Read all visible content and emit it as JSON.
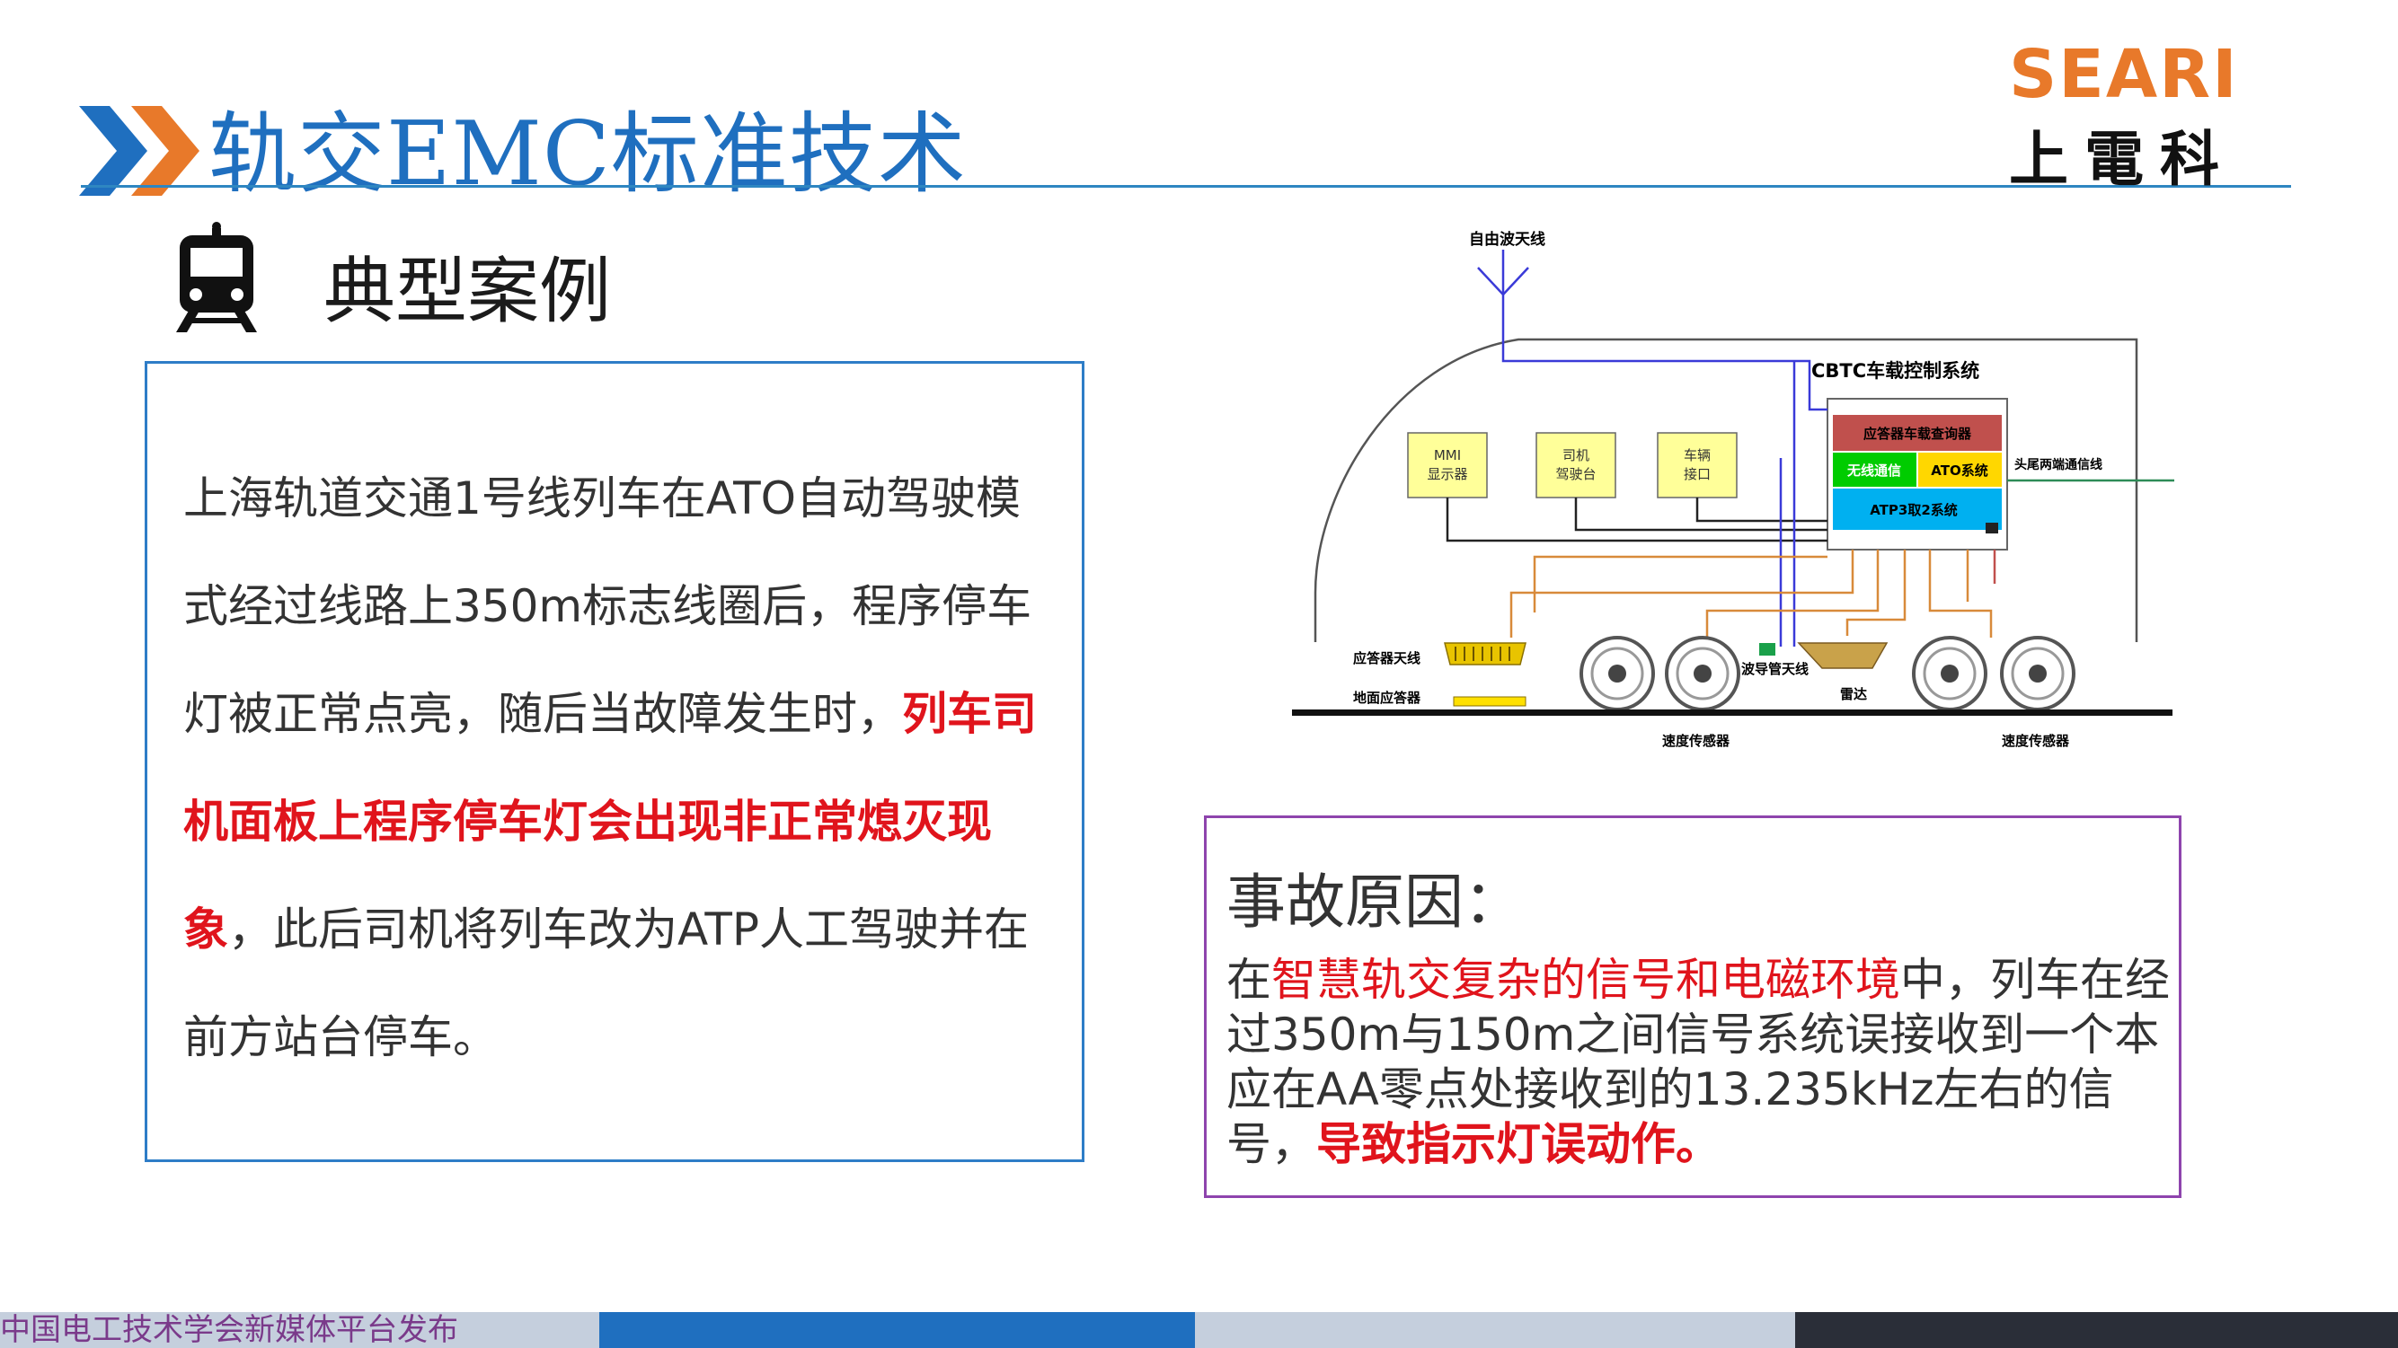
{
  "header": {
    "title": "轨交EMC标准技术",
    "logo_en": "SEARI",
    "logo_cn": "上電科",
    "subtitle": "典型案例"
  },
  "case": {
    "parts": [
      {
        "text": "上海轨道交通1号线列车在ATO自动驾驶模式经过线路上350m标志线圈后，程序停车灯被正常点亮，随后当故障发生时，",
        "highlight": false
      },
      {
        "text": "列车司机面板上程序停车灯会出现非正常熄灭现象",
        "highlight": true
      },
      {
        "text": "，此后司机将列车改为ATP人工驾驶并在前方站台停车。",
        "highlight": false
      }
    ]
  },
  "cause": {
    "heading": "事故原因：",
    "p1": "在",
    "p2": "智慧轨交复杂的信号和电磁环境",
    "p3": "中，列车在经过350m与150m之间信号系统误接收到一个本应在AA零点处接收到的13.235kHz左右的信号，",
    "p4": "导致指示灯误动作。"
  },
  "diagram": {
    "antenna": "自由波天线",
    "cbtc": "CBTC车载控制系统",
    "mmi_1": "MMI",
    "mmi_2": "显示器",
    "driver_1": "司机",
    "driver_2": "驾驶台",
    "vehicle_1": "车辆",
    "vehicle_2": "接口",
    "query": "应答器车载查询器",
    "wireless": "无线通信",
    "ato": "ATO系统",
    "atp": "ATP3取2系统",
    "endcomm": "头尾两端通信线",
    "balise_ant": "应答器天线",
    "ground_balise": "地面应答器",
    "waveguide": "波导管天线",
    "radar": "雷达",
    "speed1": "速度传感器",
    "speed2": "速度传感器",
    "colors": {
      "query": "#c0504d",
      "wireless": "#00cc00",
      "ato": "#ffd700",
      "atp": "#00b0f0",
      "box": "#ffff99"
    }
  },
  "footer": {
    "text": "中国电工技术学会新媒体平台发布",
    "colors": [
      "#c5cfdd",
      "#1f6fbf",
      "#c5cfdd",
      "#2a2e38"
    ]
  }
}
